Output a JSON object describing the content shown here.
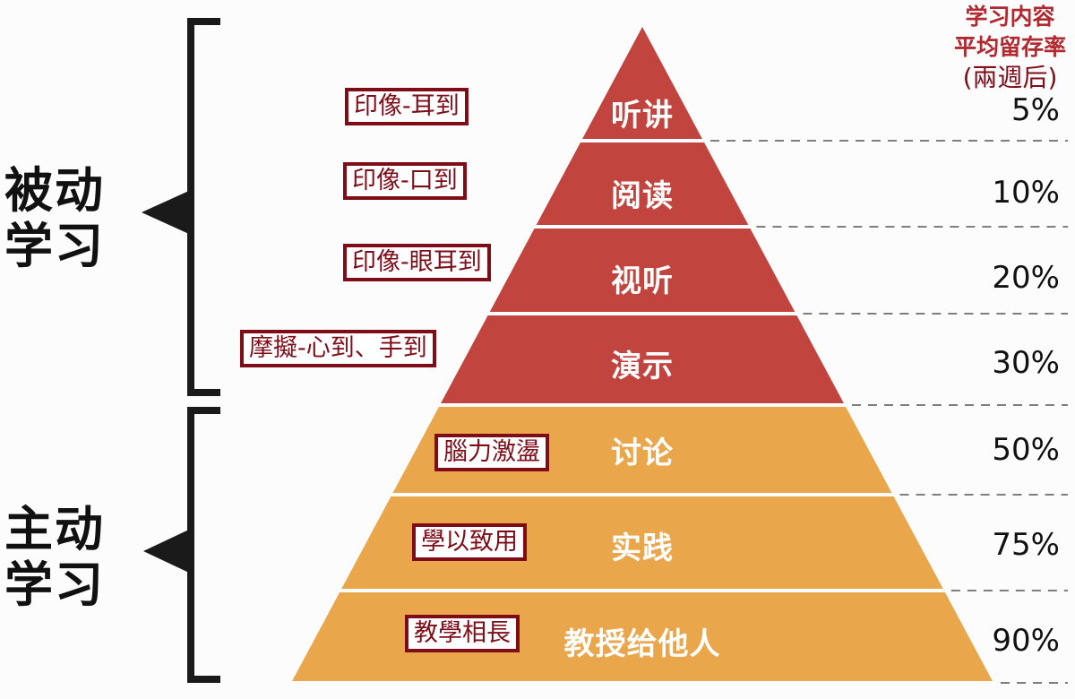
{
  "header": {
    "line1": "学习内容",
    "line2": "平均留存率",
    "line3": "(兩週后)"
  },
  "groups": {
    "passive": {
      "line1": "被动",
      "line2": "学习"
    },
    "active": {
      "line1": "主动",
      "line2": "学习"
    }
  },
  "colors": {
    "passive": "#c1443e",
    "active": "#eaa64b",
    "tag_border": "#7e0d18"
  },
  "layers": [
    {
      "name": "听讲",
      "retention": "5%",
      "tag": "印像-耳到",
      "type": "passive"
    },
    {
      "name": "阅读",
      "retention": "10%",
      "tag": "印像-口到",
      "type": "passive"
    },
    {
      "name": "视听",
      "retention": "20%",
      "tag": "印像-眼耳到",
      "type": "passive"
    },
    {
      "name": "演示",
      "retention": "30%",
      "tag": "摩擬-心到、手到",
      "type": "passive"
    },
    {
      "name": "讨论",
      "retention": "50%",
      "tag": "腦力激盪",
      "type": "active"
    },
    {
      "name": "实践",
      "retention": "75%",
      "tag": "學以致用",
      "type": "active"
    },
    {
      "name": "教授给他人",
      "retention": "90%",
      "tag": "教學相長",
      "type": "active"
    }
  ]
}
